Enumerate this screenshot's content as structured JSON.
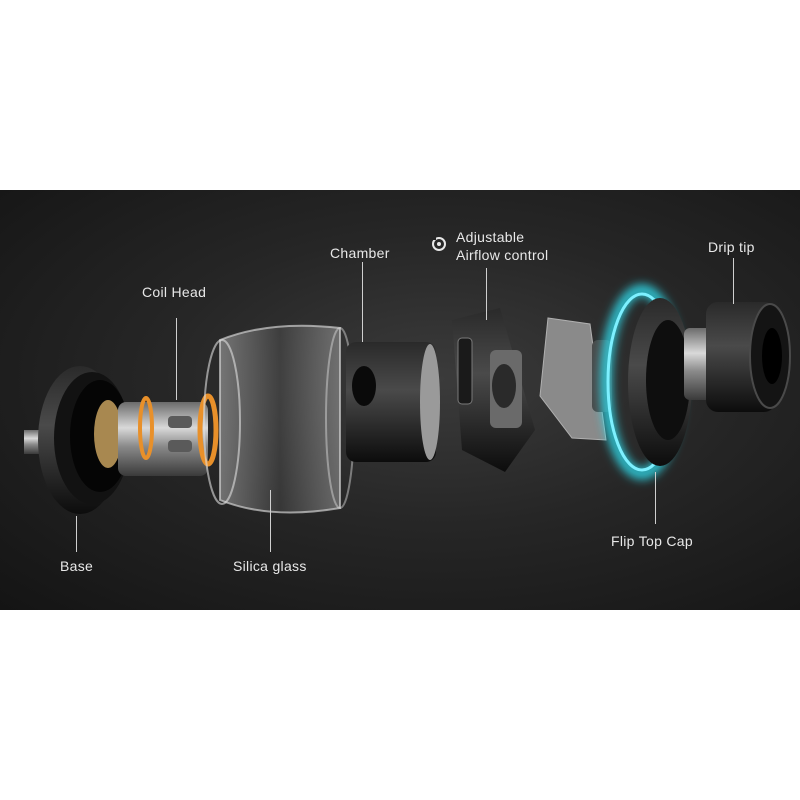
{
  "labels": {
    "coil_head": "Coil Head",
    "chamber": "Chamber",
    "airflow_line1": "Adjustable",
    "airflow_line2": "Airflow control",
    "drip_tip": "Drip tip",
    "base": "Base",
    "silica_glass": "Silica glass",
    "flip_top_cap": "Flip Top Cap"
  },
  "icons": {
    "airflow": "airflow-adjust-icon"
  },
  "colors": {
    "background": "#ffffff",
    "banner_dark": "#1a1a1a",
    "label_text": "#e8e8e8",
    "glow_accent": "#2fd8e8",
    "orange_oring": "#e8902a"
  }
}
